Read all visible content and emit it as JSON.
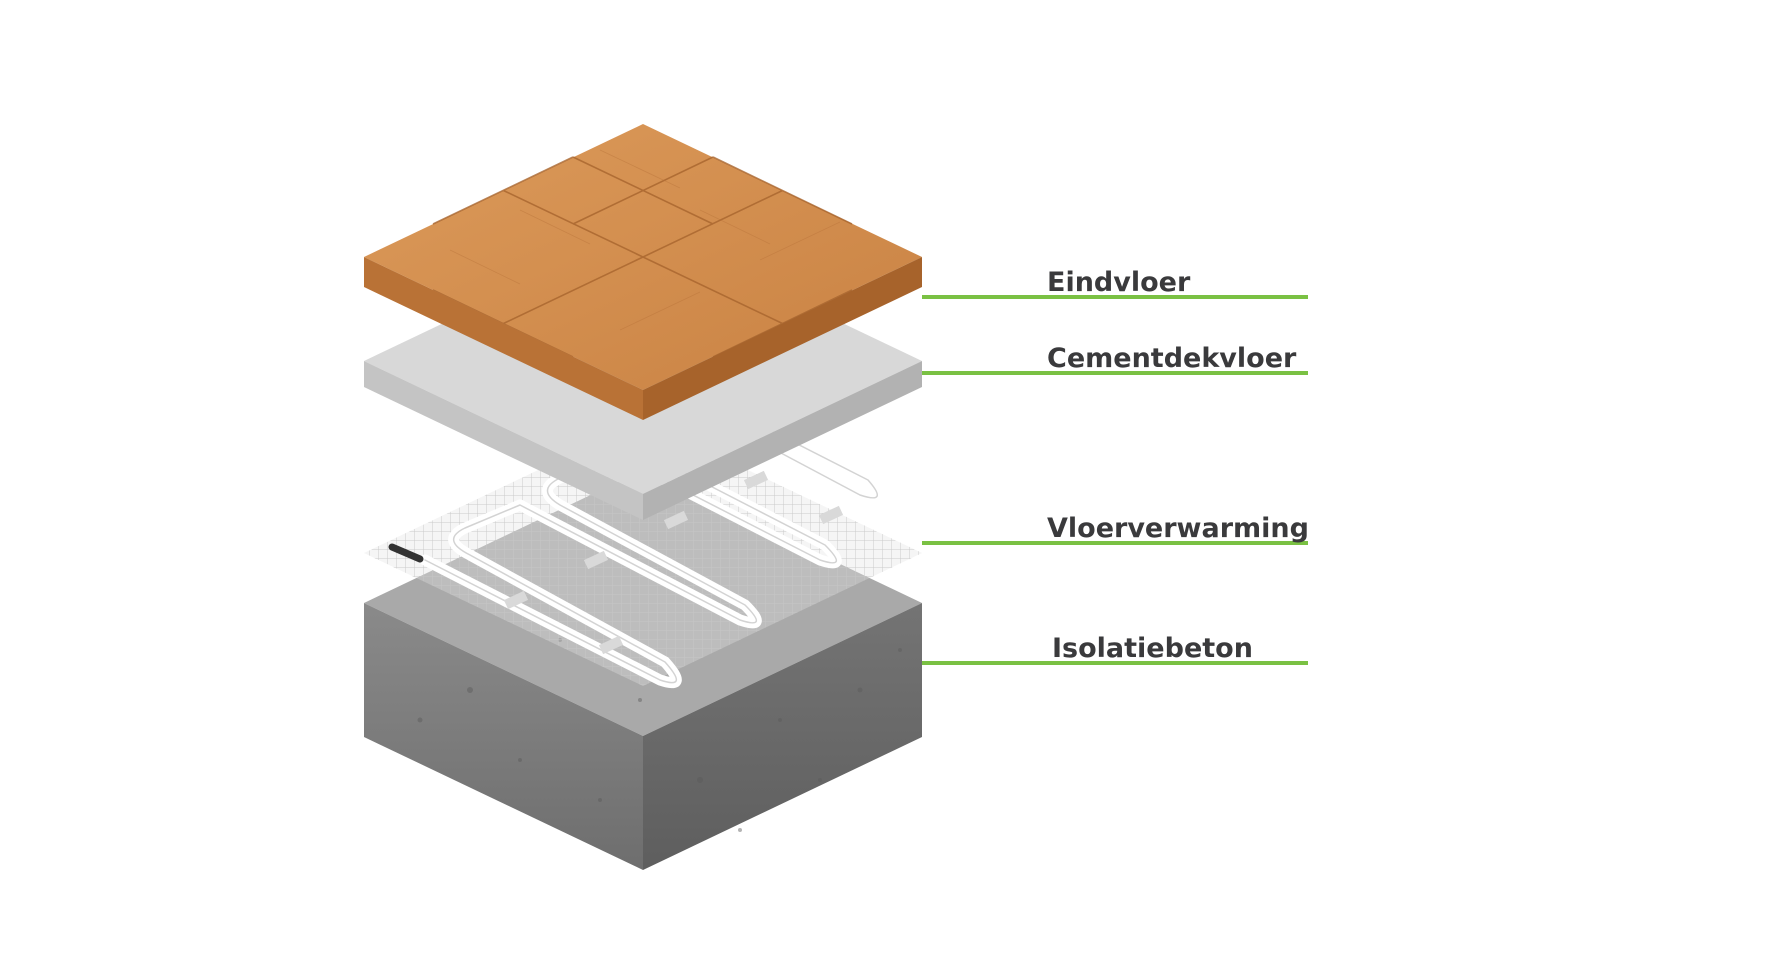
{
  "diagram": {
    "layers": [
      {
        "id": "eindvloer",
        "label": "Eindvloer"
      },
      {
        "id": "cementdekvloer",
        "label": "Cementdekvloer"
      },
      {
        "id": "vloerverwarming",
        "label": "Vloerverwarming"
      },
      {
        "id": "isolatiebeton",
        "label": "Isolatiebeton"
      }
    ]
  },
  "colors": {
    "leader_line": "#7ac143",
    "label_text": "#3a3a3c",
    "wood": "#d08a4a",
    "cement": "#d6d6d6",
    "mesh": "#bdbdbd",
    "heating_cable": "#ffffff",
    "concrete": "#7b7b7b"
  }
}
